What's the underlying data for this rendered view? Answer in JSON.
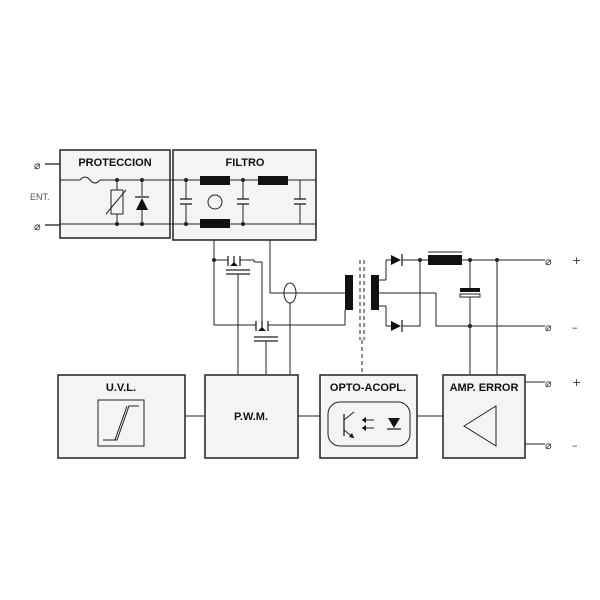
{
  "blocks": {
    "proteccion": "PROTECCION",
    "filtro": "FILTRO",
    "uvl": "U.V.L.",
    "pwm": "P.W.M.",
    "opto": "OPTO-ACOPL.",
    "amp_error": "AMP. ERROR"
  },
  "input_label": "ENT.",
  "terminal_symbol": "⌀",
  "output_terminals": {
    "out_plus": "+",
    "out_minus": "–",
    "sense_plus": "+",
    "sense_minus": "–"
  }
}
